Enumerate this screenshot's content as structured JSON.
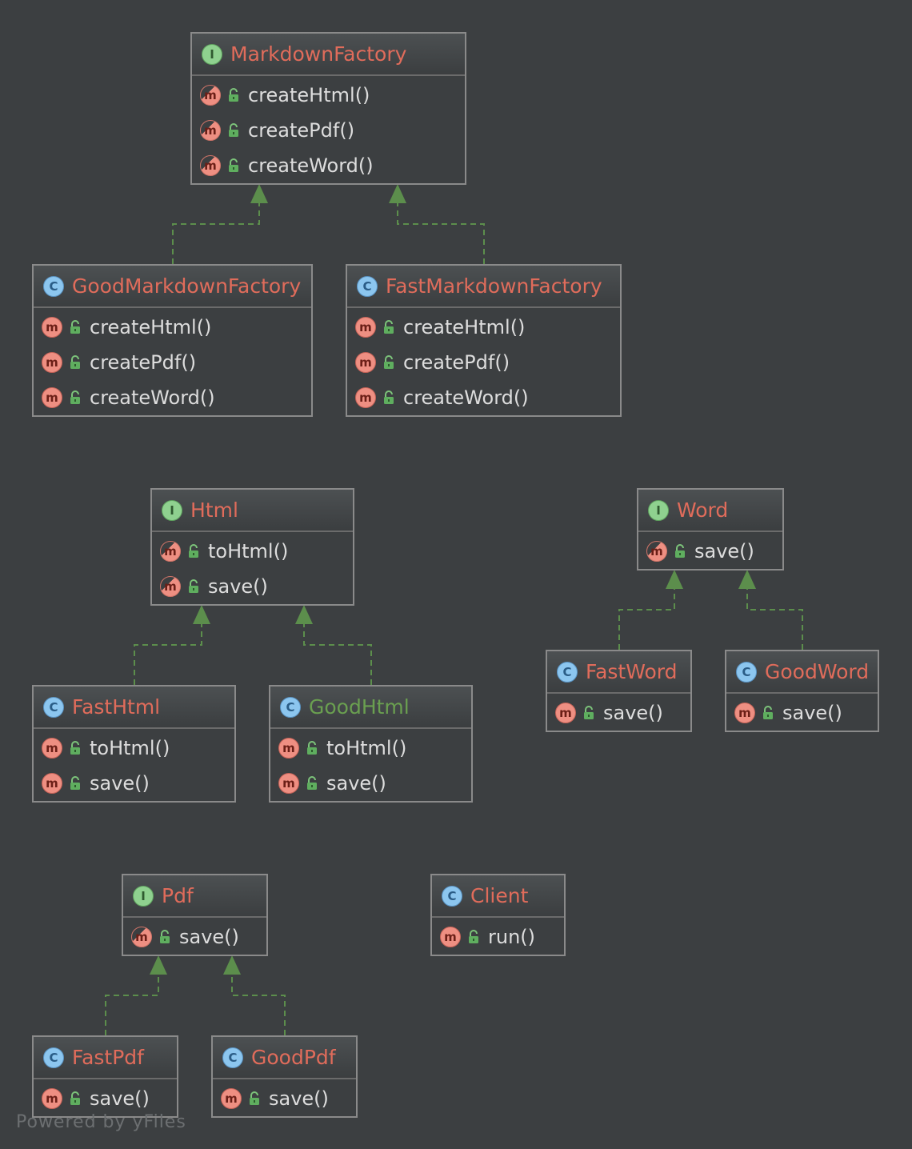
{
  "watermark": "Powered by yFiles",
  "colors": {
    "background": "#3c3f41",
    "border": "#8a8a8a",
    "name": "#e06c5b",
    "name_green": "#6a9f50",
    "member": "#dddddd",
    "edge": "#5c8e4c"
  },
  "nodes": [
    {
      "id": "markdown-factory",
      "kind": "interface",
      "kind_label": "I",
      "name": "MarkdownFactory",
      "members": [
        {
          "name": "createHtml()",
          "abstract": true
        },
        {
          "name": "createPdf()",
          "abstract": true
        },
        {
          "name": "createWord()",
          "abstract": true
        }
      ]
    },
    {
      "id": "good-markdown-factory",
      "kind": "class",
      "kind_label": "C",
      "name": "GoodMarkdownFactory",
      "members": [
        {
          "name": "createHtml()",
          "abstract": false
        },
        {
          "name": "createPdf()",
          "abstract": false
        },
        {
          "name": "createWord()",
          "abstract": false
        }
      ]
    },
    {
      "id": "fast-markdown-factory",
      "kind": "class",
      "kind_label": "C",
      "name": "FastMarkdownFactory",
      "members": [
        {
          "name": "createHtml()",
          "abstract": false
        },
        {
          "name": "createPdf()",
          "abstract": false
        },
        {
          "name": "createWord()",
          "abstract": false
        }
      ]
    },
    {
      "id": "html",
      "kind": "interface",
      "kind_label": "I",
      "name": "Html",
      "members": [
        {
          "name": "toHtml()",
          "abstract": true
        },
        {
          "name": "save()",
          "abstract": true
        }
      ]
    },
    {
      "id": "fast-html",
      "kind": "class",
      "kind_label": "C",
      "name": "FastHtml",
      "members": [
        {
          "name": "toHtml()",
          "abstract": false
        },
        {
          "name": "save()",
          "abstract": false
        }
      ]
    },
    {
      "id": "good-html",
      "kind": "class",
      "kind_label": "C",
      "name": "GoodHtml",
      "name_color": "green",
      "members": [
        {
          "name": "toHtml()",
          "abstract": false
        },
        {
          "name": "save()",
          "abstract": false
        }
      ]
    },
    {
      "id": "word",
      "kind": "interface",
      "kind_label": "I",
      "name": "Word",
      "members": [
        {
          "name": "save()",
          "abstract": true
        }
      ]
    },
    {
      "id": "fast-word",
      "kind": "class",
      "kind_label": "C",
      "name": "FastWord",
      "members": [
        {
          "name": "save()",
          "abstract": false
        }
      ]
    },
    {
      "id": "good-word",
      "kind": "class",
      "kind_label": "C",
      "name": "GoodWord",
      "members": [
        {
          "name": "save()",
          "abstract": false
        }
      ]
    },
    {
      "id": "pdf",
      "kind": "interface",
      "kind_label": "I",
      "name": "Pdf",
      "members": [
        {
          "name": "save()",
          "abstract": true
        }
      ]
    },
    {
      "id": "client",
      "kind": "class",
      "kind_label": "C",
      "name": "Client",
      "members": [
        {
          "name": "run()",
          "abstract": false
        }
      ]
    },
    {
      "id": "fast-pdf",
      "kind": "class",
      "kind_label": "C",
      "name": "FastPdf",
      "members": [
        {
          "name": "save()",
          "abstract": false
        }
      ]
    },
    {
      "id": "good-pdf",
      "kind": "class",
      "kind_label": "C",
      "name": "GoodPdf",
      "members": [
        {
          "name": "save()",
          "abstract": false
        }
      ]
    }
  ],
  "edges": [
    {
      "from": "good-markdown-factory",
      "to": "markdown-factory",
      "type": "implements"
    },
    {
      "from": "fast-markdown-factory",
      "to": "markdown-factory",
      "type": "implements"
    },
    {
      "from": "fast-html",
      "to": "html",
      "type": "implements"
    },
    {
      "from": "good-html",
      "to": "html",
      "type": "implements"
    },
    {
      "from": "fast-word",
      "to": "word",
      "type": "implements"
    },
    {
      "from": "good-word",
      "to": "word",
      "type": "implements"
    },
    {
      "from": "fast-pdf",
      "to": "pdf",
      "type": "implements"
    },
    {
      "from": "good-pdf",
      "to": "pdf",
      "type": "implements"
    }
  ]
}
